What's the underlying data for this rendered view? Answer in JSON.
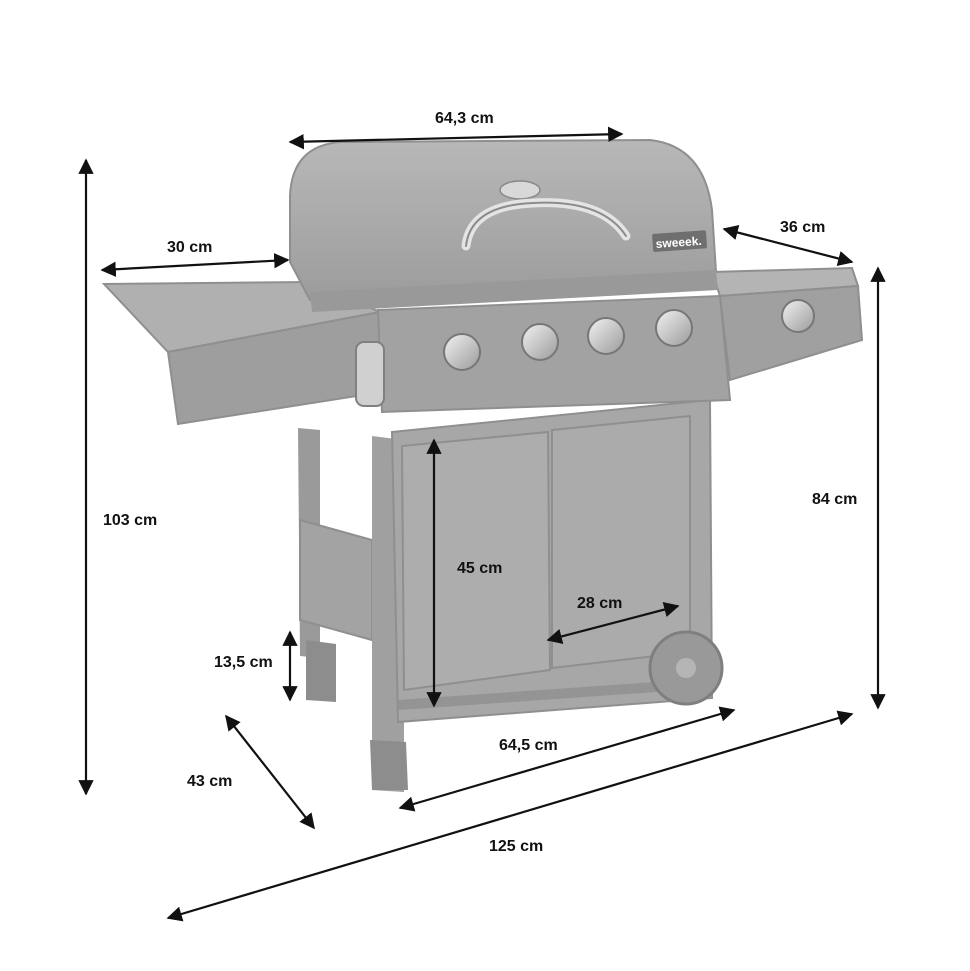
{
  "dimensions": {
    "lid_width": "64,3 cm",
    "left_shelf": "30 cm",
    "right_shelf": "36 cm",
    "total_height": "103 cm",
    "cooking_height": "84 cm",
    "cabinet_height": "45 cm",
    "door_width": "28 cm",
    "leg_height": "13,5 cm",
    "depth": "43 cm",
    "cabinet_width": "64,5 cm",
    "total_width": "125 cm"
  },
  "product": {
    "brand_lid": "sweeek.",
    "brand_panel": "sweeek."
  },
  "colors": {
    "grill_body": "#a9a9a9",
    "grill_dark": "#8a8a8a",
    "grill_light": "#c4c4c4",
    "dimension_lines": "#111111"
  }
}
